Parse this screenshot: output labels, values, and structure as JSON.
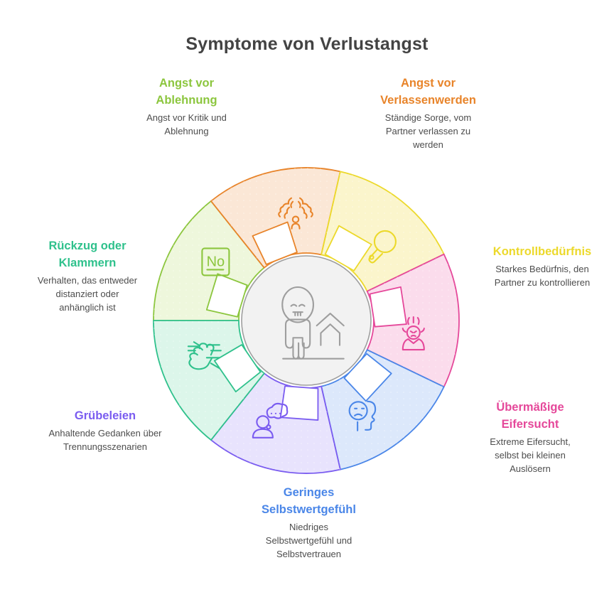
{
  "title": "Symptome von Verlustangst",
  "center": {
    "icon": "lonely-person-with-house-icon",
    "color": "#9e9e9e",
    "fill": "#f2f2f2"
  },
  "palette": {
    "green": "#8cc63e",
    "orange": "#e8842a",
    "yellow": "#ecd92b",
    "pink": "#e5489a",
    "blue": "#4a86e8",
    "purple": "#7a5cf0",
    "teal": "#2fc18c",
    "text": "#4d4d4d",
    "title": "#434343"
  },
  "segments": [
    {
      "id": "angst-vor-ablehnung",
      "title": "Angst vor\nAblehnung",
      "description": "Angst vor Kritik und\nAblehnung",
      "color": "#8cc63e",
      "fill": "#eef7dc",
      "icon": "no-sign-icon",
      "icon_label": "No"
    },
    {
      "id": "angst-vor-verlassenwerden",
      "title": "Angst vor\nVerlassenwerden",
      "description": "Ständige Sorge, vom\nPartner verlassen zu\nwerden",
      "color": "#e8842a",
      "fill": "#fbe7d6",
      "icon": "person-abandoned-icon",
      "icon_label": ""
    },
    {
      "id": "kontrollbeduerfnis",
      "title": "Kontrollbedürfnis",
      "description": "Starkes Bedürfnis, den\nPartner zu kontrollieren",
      "color": "#ecd92b",
      "fill": "#fbf5cc",
      "icon": "magnifying-glass-icon",
      "icon_label": ""
    },
    {
      "id": "uebermaessige-eifersucht",
      "title": "Übermäßige\nEifersucht",
      "description": "Extreme Eifersucht,\nselbst bei kleinen\nAuslösern",
      "color": "#e5489a",
      "fill": "#fbdcec",
      "icon": "angry-person-icon",
      "icon_label": ""
    },
    {
      "id": "geringes-selbstwertgefuehl",
      "title": "Geringes\nSelbstwertgefühl",
      "description": "Niedriges\nSelbstwertgefühl und\nSelbstvertrauen",
      "color": "#4a86e8",
      "fill": "#dce8fb",
      "icon": "sad-head-icon",
      "icon_label": ""
    },
    {
      "id": "gruebeleien",
      "title": "Grübeleien",
      "description": "Anhaltende Gedanken über\nTrennungsszenarien",
      "color": "#7a5cf0",
      "fill": "#e8e3fd",
      "icon": "thought-bubble-person-icon",
      "icon_label": ""
    },
    {
      "id": "rueckzug-oder-klammern",
      "title": "Rückzug oder\nKlammern",
      "description": "Verhalten, das entweder\ndistanziert oder\nanhänglich ist",
      "color": "#2fc18c",
      "fill": "#dcf6ea",
      "icon": "clinging-hand-icon",
      "icon_label": ""
    }
  ]
}
